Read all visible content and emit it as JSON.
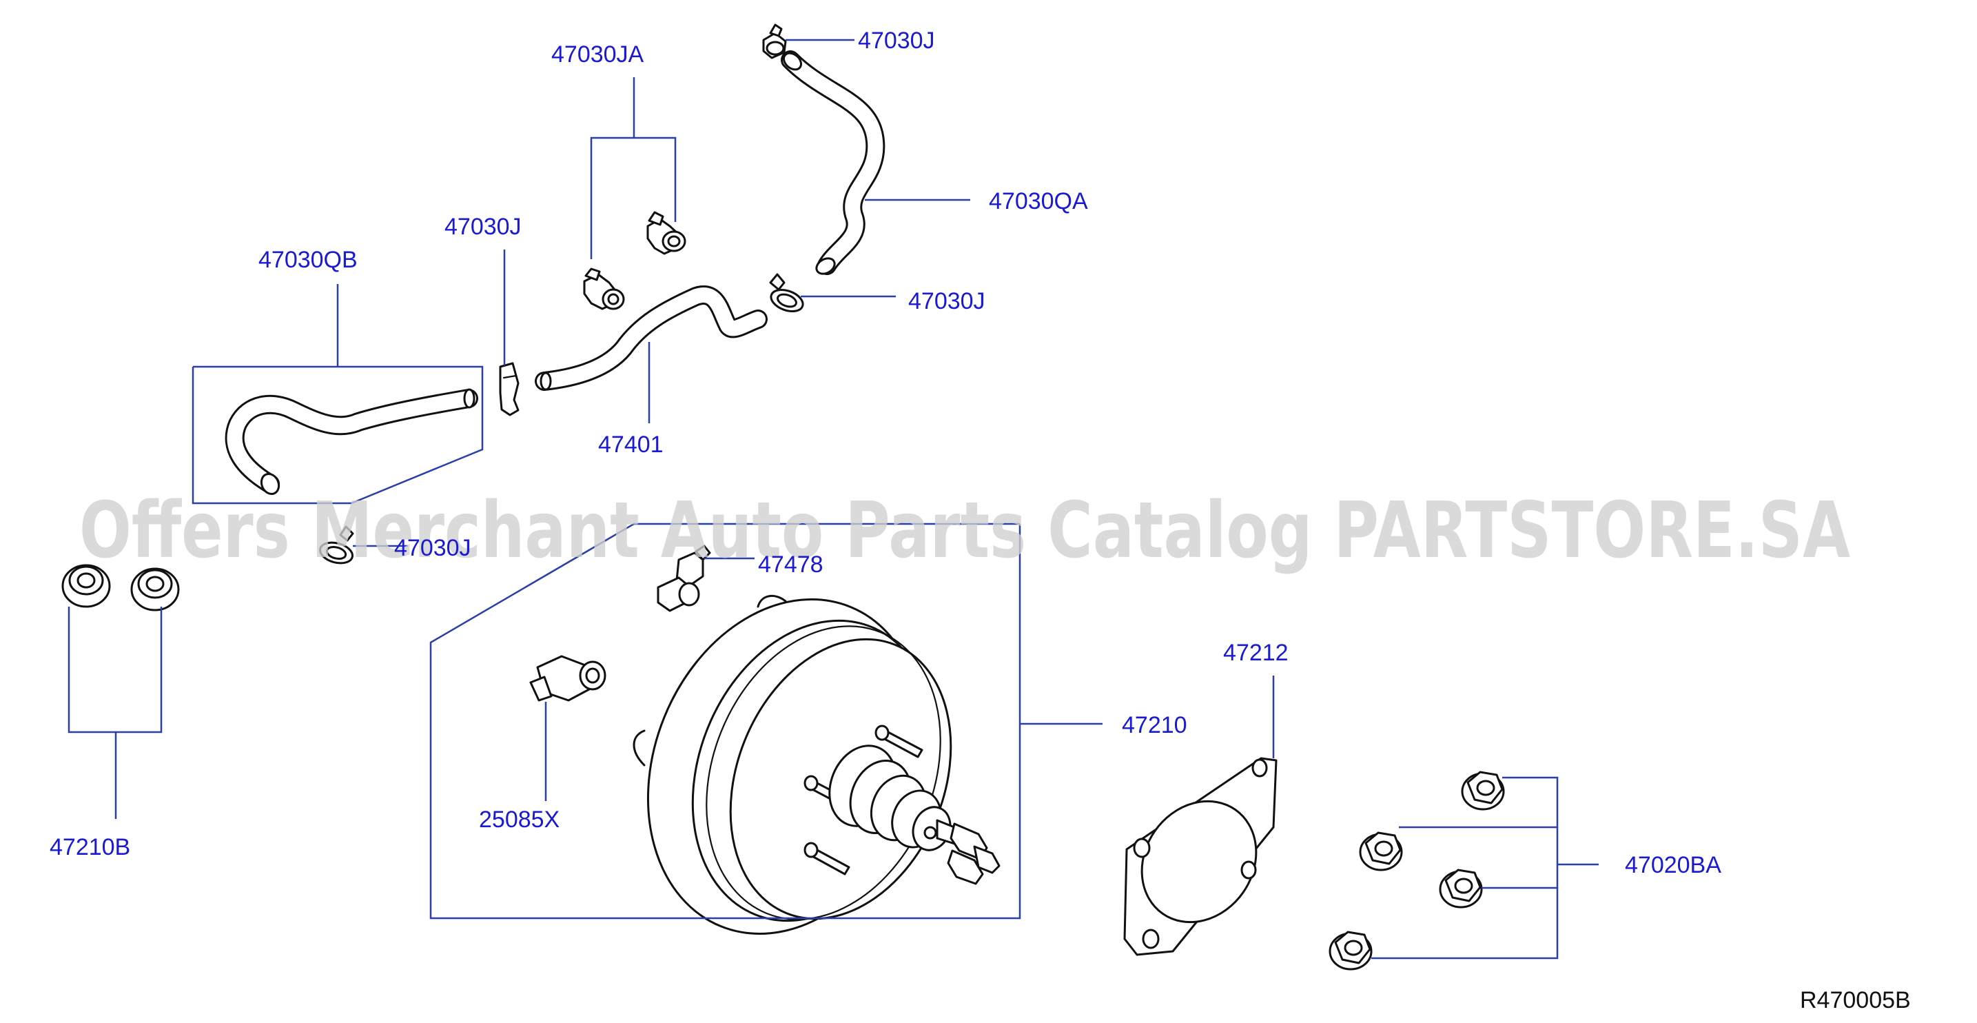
{
  "labels": {
    "p47030ja": "47030JA",
    "p47030j_top": "47030J",
    "p47030qa": "47030QA",
    "p47030j_mid": "47030J",
    "p47030j_left": "47030J",
    "p47030qb": "47030QB",
    "p47401": "47401",
    "p47030j_low": "47030J",
    "p47478": "47478",
    "p47210b": "47210B",
    "p47212": "47212",
    "p47210": "47210",
    "p25085x": "25085X",
    "p47020ba": "47020BA"
  },
  "watermark": "Offers Merchant Auto Parts Catalog PARTSTORE.SA",
  "diagram_ref": "R470005B",
  "colors": {
    "label": "#1a1ad6",
    "leader": "#2a3fa8",
    "line": "#111111"
  }
}
